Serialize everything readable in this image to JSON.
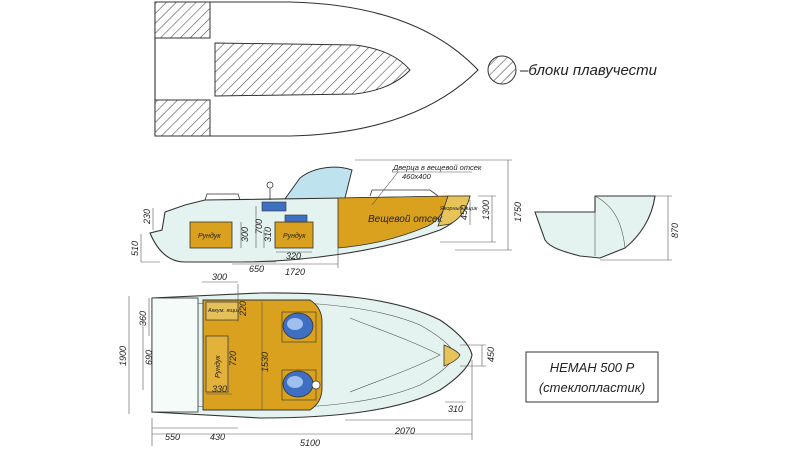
{
  "legend": {
    "label": "–блоки плавучести"
  },
  "title_box": {
    "model": "НЕМАН 500 Р",
    "material": "(стекло­пластик)"
  },
  "side_view": {
    "door_label": "Дверца в вещевой отсек",
    "door_size": "460х400",
    "compartment": "Вещевой отсек",
    "anchor": "Якорный ящик",
    "bays": [
      "Рундук",
      "Рундук"
    ],
    "dims": {
      "d230": "230",
      "d510": "510",
      "d300": "300",
      "d700": "700",
      "d310": "310",
      "d320": "320",
      "d650": "650",
      "d1720": "1720",
      "d450": "450",
      "d1300": "1300",
      "d1750": "1750"
    }
  },
  "section_view": {
    "d870": "870"
  },
  "plan_view": {
    "battery": "Аккум. ящик",
    "bay": "Рундук",
    "dims": {
      "d300": "300",
      "d220": "220",
      "d360": "360",
      "d690": "690",
      "d1900": "1900",
      "d720": "720",
      "d1530": "1530",
      "d330": "330",
      "d550": "550",
      "d430": "430",
      "d5100": "5100",
      "d2070": "2070",
      "d310": "310",
      "d450": "450"
    }
  },
  "colors": {
    "hull_fill": "#e4f3ef",
    "ochre": "#d9a11d",
    "seat": "#3f6fc2",
    "glass": "#bfe3ee"
  }
}
